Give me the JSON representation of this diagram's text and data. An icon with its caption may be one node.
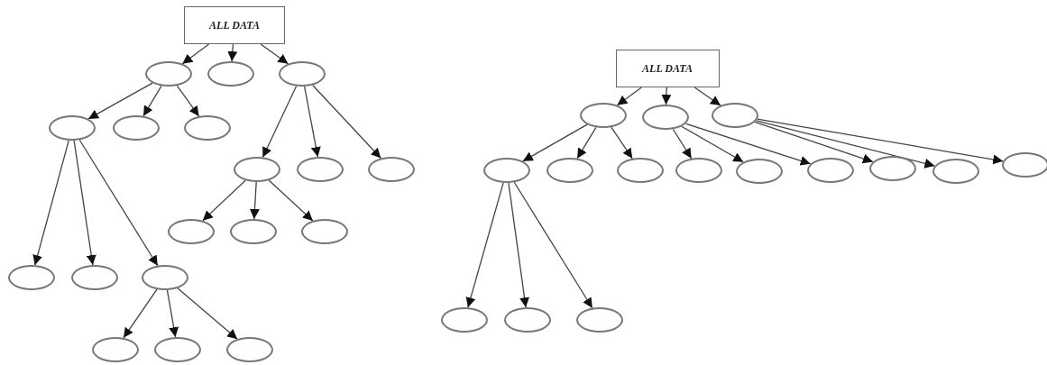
{
  "diagram": {
    "nodes": [
      {
        "text": [
          "ALL DATA"
        ]
      },
      {
        "text": [],
        "shape": "ellipse"
      },
      {
        "text": [],
        "shape": "ellipse"
      },
      {
        "text": [],
        "shape": "ellipse"
      },
      {
        "text": [],
        "shape": "ellipse"
      },
      {
        "text": [],
        "shape": "ellipse"
      },
      {
        "text": [],
        "shape": "ellipse"
      },
      {
        "text": [],
        "shape": "ellipse"
      },
      {
        "text": [],
        "shape": "ellipse"
      },
      {
        "text": [],
        "shape": "ellipse"
      },
      {
        "text": [],
        "shape": "ellipse"
      },
      {
        "text": [],
        "shape": "ellipse"
      },
      {
        "text": [],
        "shape": "ellipse"
      },
      {
        "text": [],
        "shape": "ellipse"
      },
      {
        "text": [],
        "shape": "ellipse"
      },
      {
        "text": [],
        "shape": "ellipse"
      },
      {
        "text": [],
        "shape": "ellipse"
      },
      {
        "text": [],
        "shape": "ellipse"
      },
      {
        "text": [],
        "shape": "ellipse"
      },
      {
        "text": [
          "ALL DATA"
        ]
      },
      {
        "text": [],
        "shape": "ellipse"
      },
      {
        "text": [],
        "shape": "ellipse"
      },
      {
        "text": [],
        "shape": "ellipse"
      },
      {
        "text": [],
        "shape": "ellipse"
      },
      {
        "text": [],
        "shape": "ellipse"
      },
      {
        "text": [],
        "shape": "ellipse"
      },
      {
        "text": [],
        "shape": "ellipse"
      },
      {
        "text": [],
        "shape": "ellipse"
      },
      {
        "text": [],
        "shape": "ellipse"
      },
      {
        "text": [],
        "shape": "ellipse"
      },
      {
        "text": [],
        "shape": "ellipse"
      },
      {
        "text": [],
        "shape": "ellipse"
      },
      {
        "text": [],
        "shape": "ellipse"
      },
      {
        "text": [],
        "shape": "ellipse"
      },
      {
        "text": [],
        "shape": "ellipse"
      }
    ],
    "edges": [
      {
        "from": 0,
        "to": 1,
        "arrow": "to"
      },
      {
        "from": 0,
        "to": 2,
        "arrow": "to"
      },
      {
        "from": 0,
        "to": 3,
        "arrow": "to"
      },
      {
        "from": 1,
        "to": 4,
        "arrow": "to"
      },
      {
        "from": 1,
        "to": 5,
        "arrow": "to"
      },
      {
        "from": 1,
        "to": 6,
        "arrow": "to"
      },
      {
        "from": 4,
        "to": 7,
        "arrow": "to"
      },
      {
        "from": 4,
        "to": 8,
        "arrow": "to"
      },
      {
        "from": 4,
        "to": 9,
        "arrow": "to"
      },
      {
        "from": 9,
        "to": 10,
        "arrow": "to"
      },
      {
        "from": 9,
        "to": 11,
        "arrow": "to"
      },
      {
        "from": 9,
        "to": 12,
        "arrow": "to"
      },
      {
        "from": 3,
        "to": 13,
        "arrow": "to"
      },
      {
        "from": 3,
        "to": 14,
        "arrow": "to"
      },
      {
        "from": 3,
        "to": 15,
        "arrow": "to"
      },
      {
        "from": 13,
        "to": 16,
        "arrow": "to"
      },
      {
        "from": 13,
        "to": 17,
        "arrow": "to"
      },
      {
        "from": 13,
        "to": 18,
        "arrow": "to"
      },
      {
        "from": 19,
        "to": 20,
        "arrow": "to"
      },
      {
        "from": 19,
        "to": 21,
        "arrow": "to"
      },
      {
        "from": 19,
        "to": 22,
        "arrow": "to"
      },
      {
        "from": 20,
        "to": 23,
        "arrow": "to"
      },
      {
        "from": 20,
        "to": 24,
        "arrow": "to"
      },
      {
        "from": 20,
        "to": 25,
        "arrow": "to"
      },
      {
        "from": 21,
        "to": 26,
        "arrow": "to"
      },
      {
        "from": 21,
        "to": 27,
        "arrow": "to"
      },
      {
        "from": 21,
        "to": 28,
        "arrow": "to"
      },
      {
        "from": 22,
        "to": 29,
        "arrow": "to"
      },
      {
        "from": 22,
        "to": 30,
        "arrow": "to"
      },
      {
        "from": 22,
        "to": 31,
        "arrow": "to"
      },
      {
        "from": 23,
        "to": 32,
        "arrow": "to"
      },
      {
        "from": 23,
        "to": 33,
        "arrow": "to"
      },
      {
        "from": 23,
        "to": 34,
        "arrow": "to"
      }
    ]
  }
}
